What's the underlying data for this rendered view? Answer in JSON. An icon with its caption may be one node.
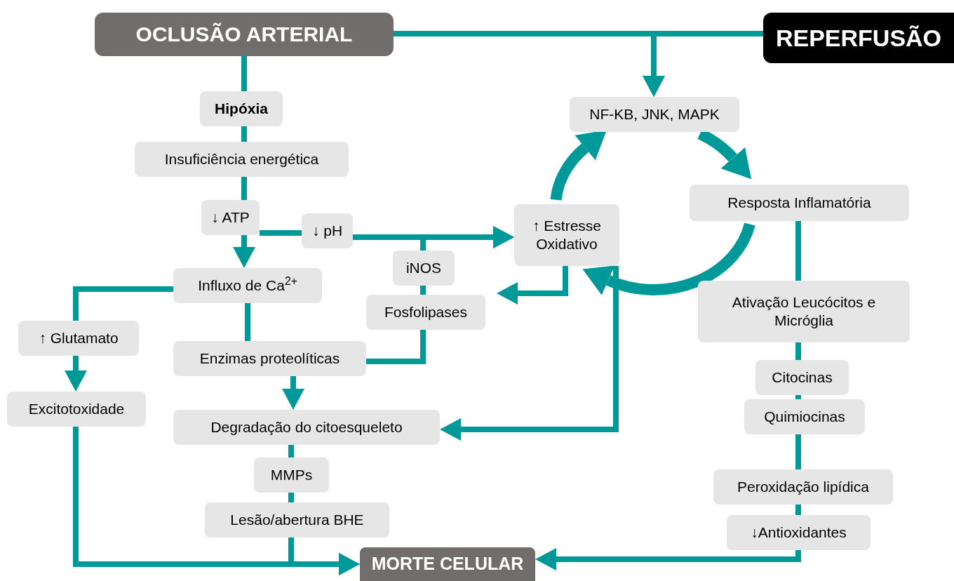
{
  "diagram": {
    "nodes": [
      {
        "text": [
          "OCLUSÃO ARTERIAL"
        ]
      },
      {
        "text": [
          "REPERFUSÃO"
        ]
      },
      {
        "text": [
          "Hipóxia"
        ]
      },
      {
        "text": [
          "Insuficiência energética"
        ]
      },
      {
        "text": [
          "↓ ATP"
        ]
      },
      {
        "text": [
          "↓ pH"
        ]
      },
      {
        "text": [
          "NF-KB, JNK, MAPK"
        ]
      },
      {
        "text": [
          "↑ Estresse Oxidativo"
        ]
      },
      {
        "text": [
          "Resposta  Inflamatória"
        ]
      },
      {
        "text": [
          "iNOS"
        ]
      },
      {
        "text": [
          "Influxo de Ca$^{2+}$"
        ]
      },
      {
        "text": [
          "Fosfolipases"
        ]
      },
      {
        "text": [
          "Ativação Leucócitos e Micróglia"
        ]
      },
      {
        "text": [
          "↑ Glutamato"
        ]
      },
      {
        "text": [
          "Enzimas proteolíticas"
        ]
      },
      {
        "text": [
          "Citocinas"
        ]
      },
      {
        "text": [
          "Excitotoxidade"
        ]
      },
      {
        "text": [
          "Quimiocinas"
        ]
      },
      {
        "text": [
          "Degradação do citoesqueleto"
        ]
      },
      {
        "text": [
          "MMPs"
        ]
      },
      {
        "text": [
          "Peroxidação lipídica"
        ]
      },
      {
        "text": [
          "Lesão/abertura BHE"
        ]
      },
      {
        "text": [
          "↓Antioxidantes"
        ]
      },
      {
        "text": [
          "MORTE CELULAR"
        ]
      }
    ],
    "edges": [
      {
        "from": 0,
        "to": 2,
        "arrow": "none"
      },
      {
        "from": 2,
        "to": 3,
        "arrow": "none"
      },
      {
        "from": 3,
        "to": 4,
        "arrow": "none"
      },
      {
        "from": 4,
        "to": 10,
        "arrow": "to"
      },
      {
        "from": 4,
        "to": 5,
        "arrow": "none"
      },
      {
        "from": 5,
        "to": 7,
        "arrow": "to"
      },
      {
        "from": 9,
        "to": 7,
        "arrow": "to"
      },
      {
        "from": 9,
        "to": 11,
        "arrow": "none"
      },
      {
        "from": 11,
        "to": 14,
        "arrow": "none"
      },
      {
        "from": 10,
        "to": 13,
        "arrow": "none"
      },
      {
        "from": 13,
        "to": 16,
        "arrow": "to"
      },
      {
        "from": 10,
        "to": 14,
        "arrow": "none"
      },
      {
        "from": 14,
        "to": 18,
        "arrow": "to"
      },
      {
        "from": 18,
        "to": 19,
        "arrow": "none"
      },
      {
        "from": 19,
        "to": 21,
        "arrow": "none"
      },
      {
        "from": 21,
        "to": 23,
        "arrow": "to"
      },
      {
        "from": 16,
        "to": 23,
        "arrow": "to"
      },
      {
        "from": 7,
        "to": null,
        "arrow": "to"
      },
      {
        "from": 7,
        "to": 18,
        "arrow": "to"
      },
      {
        "from": 0,
        "to": 6,
        "arrow": "to"
      },
      {
        "from": 1,
        "to": 6,
        "arrow": "to"
      },
      {
        "from": 6,
        "to": 8,
        "arrow": "to",
        "style": "thick"
      },
      {
        "from": 8,
        "to": 7,
        "arrow": "to",
        "style": "thick"
      },
      {
        "from": 7,
        "to": 6,
        "arrow": "to",
        "style": "thick"
      },
      {
        "from": 8,
        "to": 12,
        "arrow": "none"
      },
      {
        "from": 12,
        "to": 15,
        "arrow": "none"
      },
      {
        "from": 15,
        "to": 17,
        "arrow": "none"
      },
      {
        "from": 17,
        "to": 20,
        "arrow": "none"
      },
      {
        "from": 20,
        "to": 22,
        "arrow": "none"
      },
      {
        "from": 22,
        "to": 23,
        "arrow": "to"
      }
    ]
  }
}
